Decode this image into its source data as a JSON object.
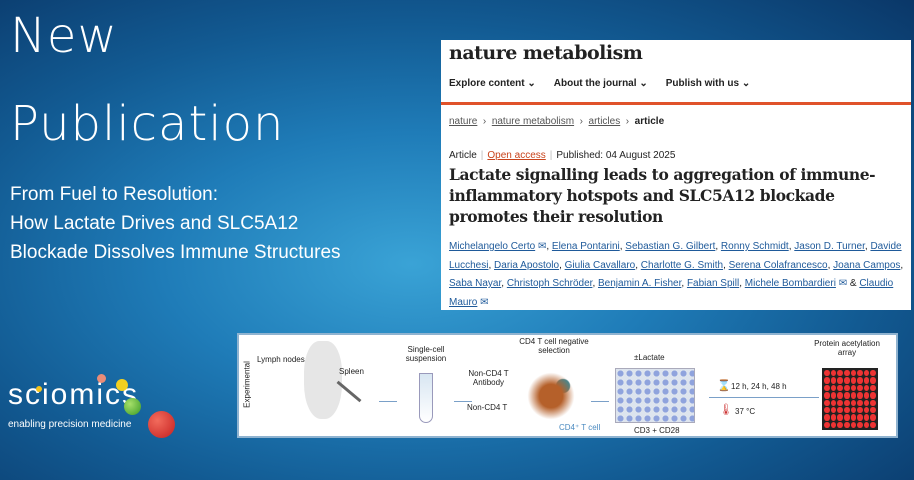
{
  "headline": {
    "line1": "New",
    "line2": "Publication"
  },
  "subtitle": [
    "From Fuel to Resolution:",
    "How Lactate Drives and SLC5A12",
    "Blockade Dissolves Immune Structures"
  ],
  "logo": {
    "name": "sciomics",
    "tagline": "enabling precision medicine"
  },
  "article": {
    "brand": "nature metabolism",
    "nav": [
      "Explore content",
      "About the journal",
      "Publish with us"
    ],
    "breadcrumb": [
      "nature",
      "nature metabolism",
      "articles",
      "article"
    ],
    "type": "Article",
    "access": "Open access",
    "published": "Published: 04 August 2025",
    "title": "Lactate signalling leads to aggregation of immune-inflammatory hotspots and SLC5A12 blockade promotes their resolution",
    "authors": [
      "Michelangelo Certo",
      "Elena Pontarini",
      "Sebastian G. Gilbert",
      "Ronny Schmidt",
      "Jason D. Turner",
      "Davide Lucchesi",
      "Daria Apostolo",
      "Giulia Cavallaro",
      "Charlotte G. Smith",
      "Serena Colafrancesco",
      "Joana Campos",
      "Saba Nayar",
      "Christoph Schröder",
      "Benjamin A. Fisher",
      "Fabian Spill",
      "Michele Bombardieri",
      "Claudio Mauro"
    ],
    "amp": "&"
  },
  "diagram": {
    "side_label": "Experimental",
    "lymph": "Lymph nodes",
    "spleen": "Spleen",
    "single_cell": "Single-cell suspension",
    "cd4_sel": "CD4 T cell negative selection",
    "noncd4_ab": "Non-CD4 T Antibody",
    "noncd4": "Non-CD4 T",
    "cd4cell": "CD4⁺ T cell",
    "lactate": "±Lactate",
    "cd3": "CD3 + CD28",
    "time": "12 h, 24 h, 48 h",
    "temp": "37 °C",
    "array": "Protein acetylation array"
  },
  "colors": {
    "accent": "#e0522a",
    "link": "#1f5a9a"
  }
}
